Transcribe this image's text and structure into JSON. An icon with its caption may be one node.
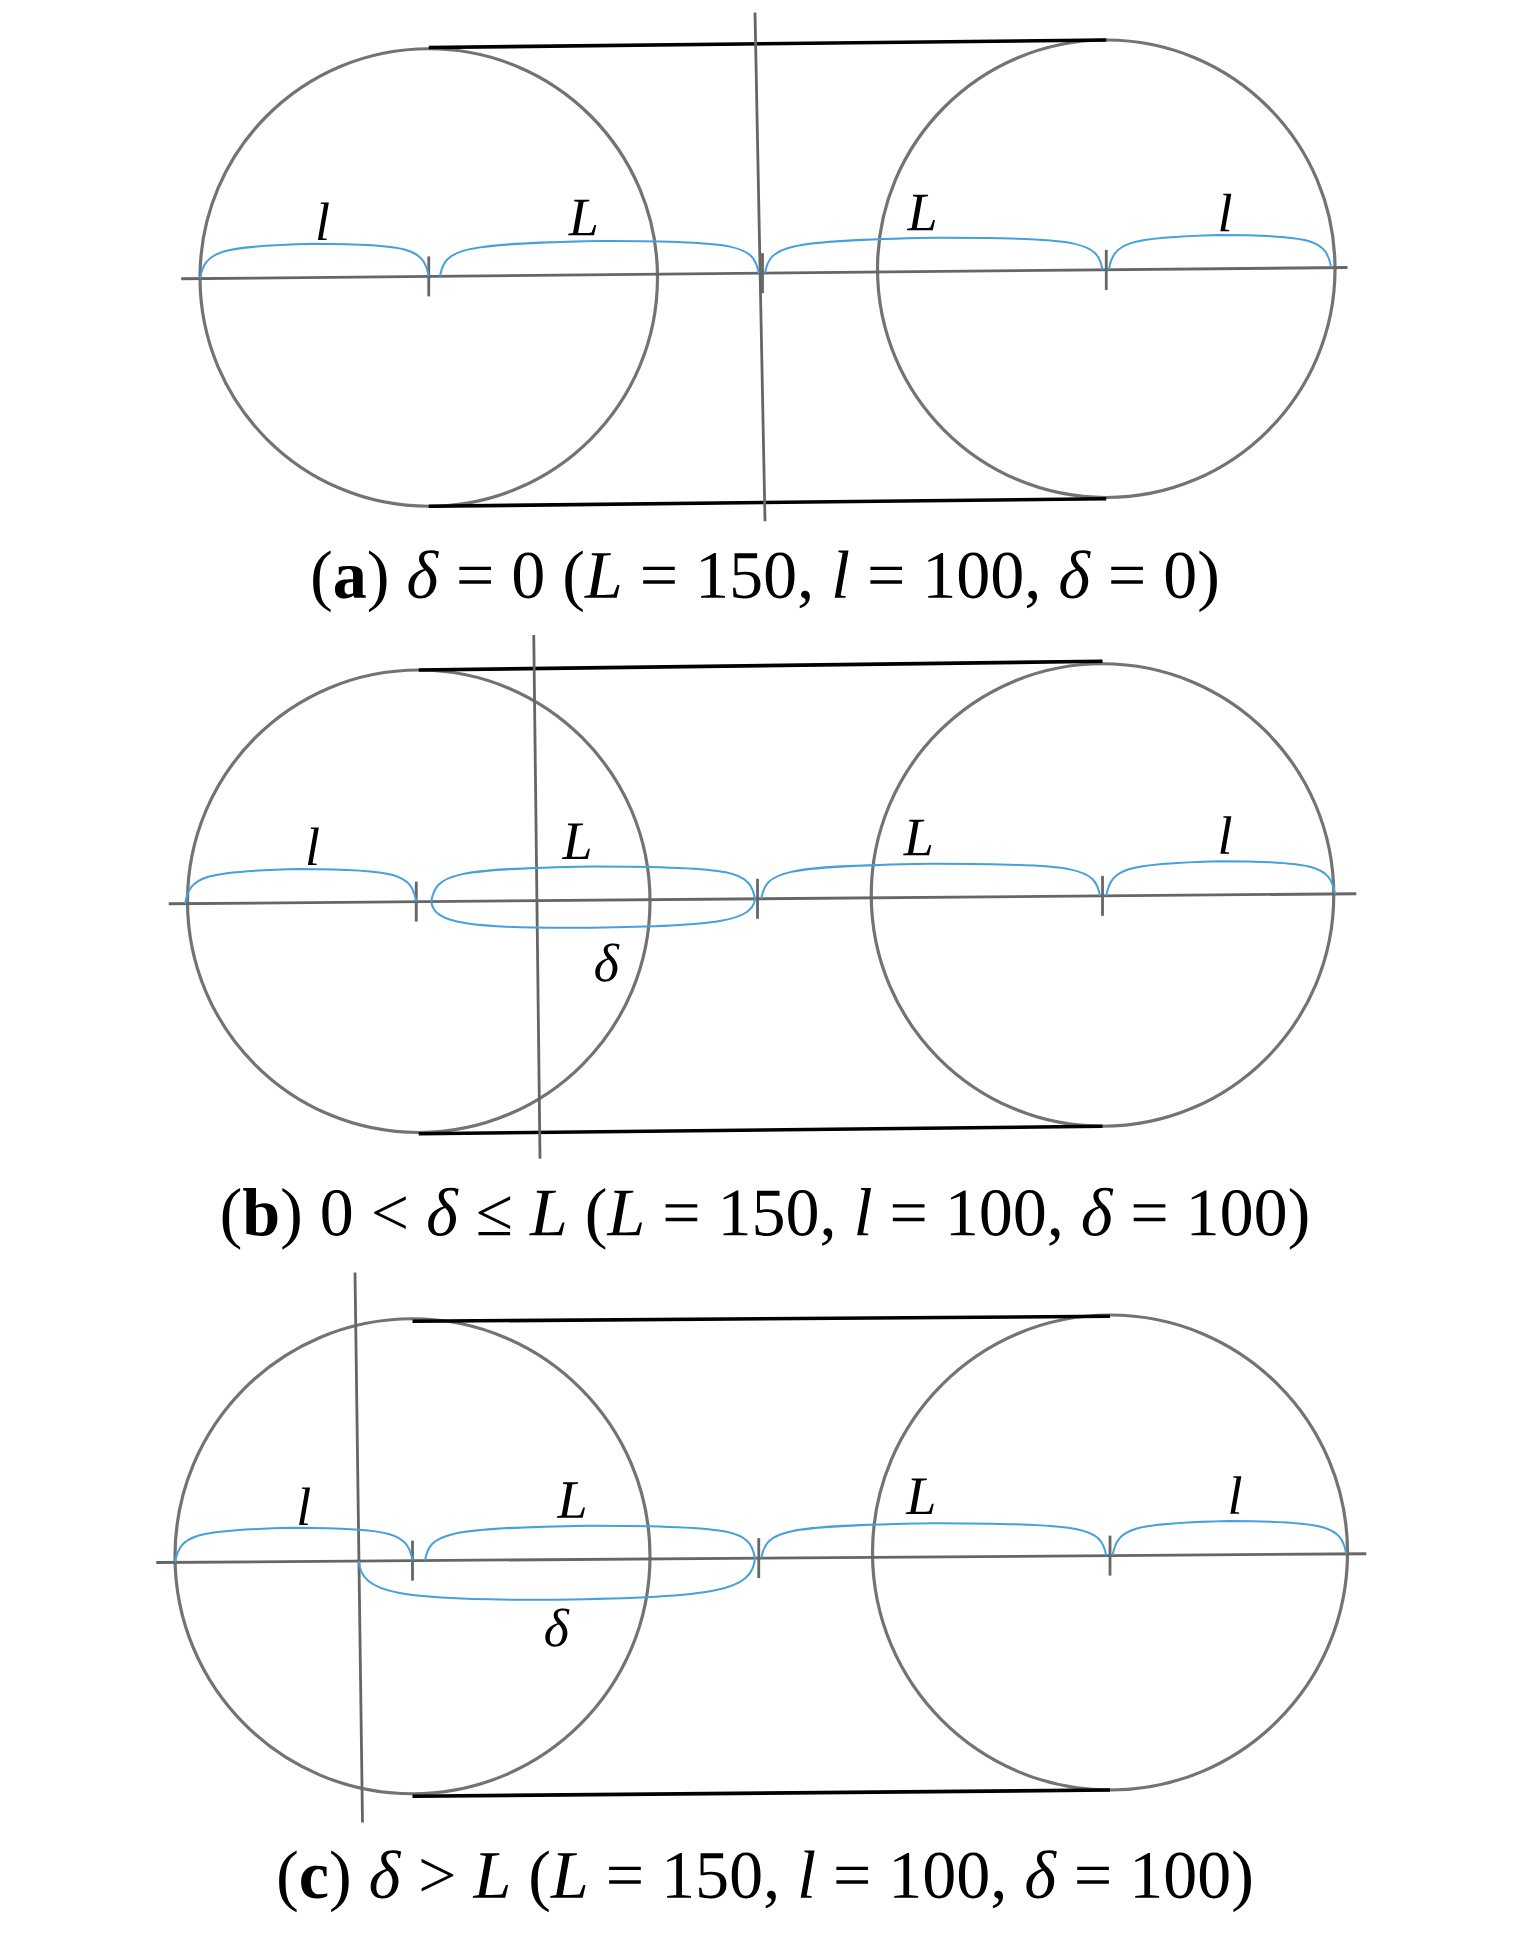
{
  "diagram": {
    "labels": [
      "l",
      "L",
      "L",
      "l",
      "(**a**) *δ* = 0 (*L* = 150, *l* = 100, *δ* = 0)",
      "l",
      "L",
      "L",
      "l",
      "δ",
      "(**b**) 0 < *δ* ≤ *L* (*L* = 150, *l* = 100, *δ* = 100)",
      "l",
      "L",
      "L",
      "l",
      "δ",
      "(**c**) *δ* > *L* (*L* = 150, *l* = 100, *δ* = 100)"
    ]
  }
}
